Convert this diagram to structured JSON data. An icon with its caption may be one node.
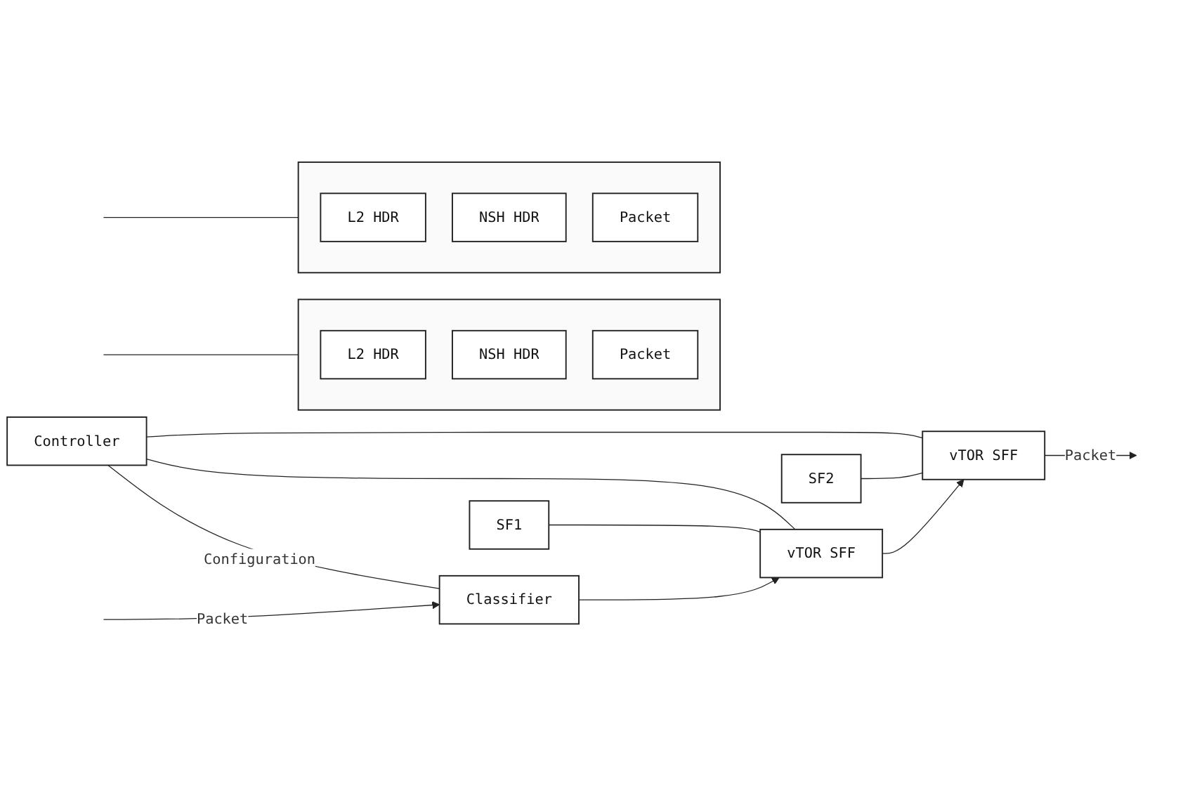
{
  "diagram": {
    "nodes": [
      {
        "text": [
          "Controller"
        ]
      },
      {
        "text": [
          "SF1"
        ]
      },
      {
        "text": [
          "SF2"
        ]
      },
      {
        "text": [
          "Classifier"
        ]
      },
      {
        "text": [
          "vTOR SFF"
        ]
      },
      {
        "text": [
          "vTOR SFF"
        ]
      },
      {
        "text": [],
        "shape": "box"
      },
      {
        "text": [
          "L2 HDR"
        ],
        "in": 6
      },
      {
        "text": [
          "NSH HDR"
        ],
        "in": 6
      },
      {
        "text": [
          "Packet"
        ],
        "in": 6
      },
      {
        "text": [],
        "shape": "box"
      },
      {
        "text": [
          "L2 HDR"
        ],
        "in": 10
      },
      {
        "text": [
          "NSH HDR"
        ],
        "in": 10
      },
      {
        "text": [
          "Packet"
        ],
        "in": 10
      }
    ],
    "edges": [
      {
        "from": 0,
        "to": 3,
        "arrow": "none",
        "label": "Configuration"
      },
      {
        "from": 0,
        "to": 4,
        "arrow": "none"
      },
      {
        "from": 0,
        "to": 5,
        "arrow": "none"
      },
      {
        "from": 1,
        "to": 4,
        "arrow": "none"
      },
      {
        "from": 2,
        "to": 5,
        "arrow": "none"
      },
      {
        "from": null,
        "to": 3,
        "arrow": "to",
        "label": "Packet"
      },
      {
        "from": 3,
        "to": 4,
        "arrow": "to"
      },
      {
        "from": 4,
        "to": 5,
        "arrow": "to"
      },
      {
        "from": 5,
        "to": null,
        "arrow": "to",
        "label": "Packet"
      },
      {
        "from": 6,
        "to": null,
        "arrow": "none"
      },
      {
        "from": 10,
        "to": null,
        "arrow": "none"
      }
    ]
  }
}
